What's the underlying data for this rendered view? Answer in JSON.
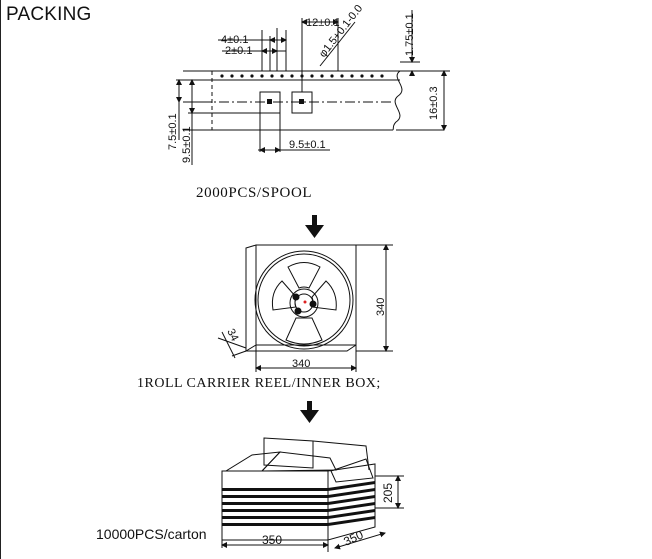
{
  "title": "PACKING",
  "steps": {
    "spool_label": "2000PCS/SPOOL",
    "inner_box_label": "1ROLL CARRIER REEL/INNER BOX;",
    "carton_label": "10000PCS/carton"
  },
  "tape": {
    "dim_12": "12±0.1",
    "dim_4": "4±0.1",
    "dim_2": "2±0.1",
    "dim_hole": "φ1.5+0.1-0.0",
    "dim_175": "1.75±0.1",
    "dim_16": "16±0.3",
    "dim_75": "7.5±0.1",
    "dim_95v": "9.5±0.1",
    "dim_95h": "9.5±0.1"
  },
  "reel_box": {
    "width": "340",
    "height": "340",
    "depth": "34"
  },
  "carton_box": {
    "length": "350",
    "width": "350",
    "height": "205"
  }
}
